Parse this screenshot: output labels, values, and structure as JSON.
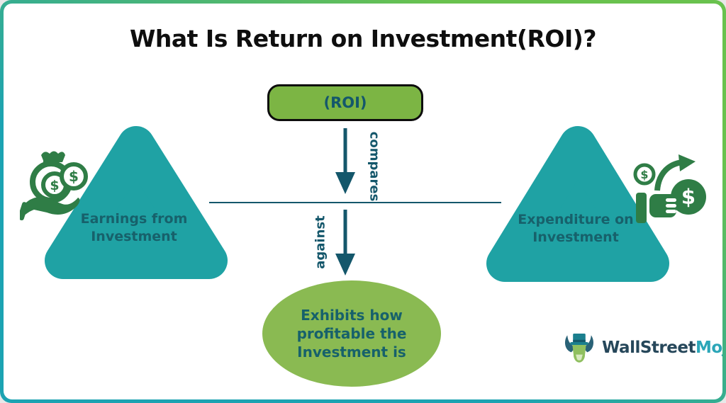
{
  "title": "What Is Return on Investment(ROI)?",
  "flow": {
    "roi_label": "(ROI)",
    "compares_label": "compares",
    "against_label": "against"
  },
  "nodes": {
    "earnings": "Earnings from Investment",
    "expenditure": "Expenditure on Investment",
    "result": "Exhibits how profitable the Investment is"
  },
  "icons": {
    "left": "money-bag-in-hand",
    "right": "hand-spending-coin",
    "connectors": "down-arrow"
  },
  "logo": {
    "part1": "WallStreet",
    "part2": "Mojo"
  },
  "colors": {
    "border_teal": "#1CA3B2",
    "border_green": "#69C24E",
    "box_green": "#7CB544",
    "ellipse_green": "#8ABA52",
    "triangle_teal": "#1FA2A4",
    "ink_teal": "#14576B",
    "label_teal": "#17616B",
    "icon_green": "#2F7D46",
    "logo_dark": "#26475A",
    "logo_teal": "#2CA6B8",
    "title_black": "#0E0E0E"
  }
}
